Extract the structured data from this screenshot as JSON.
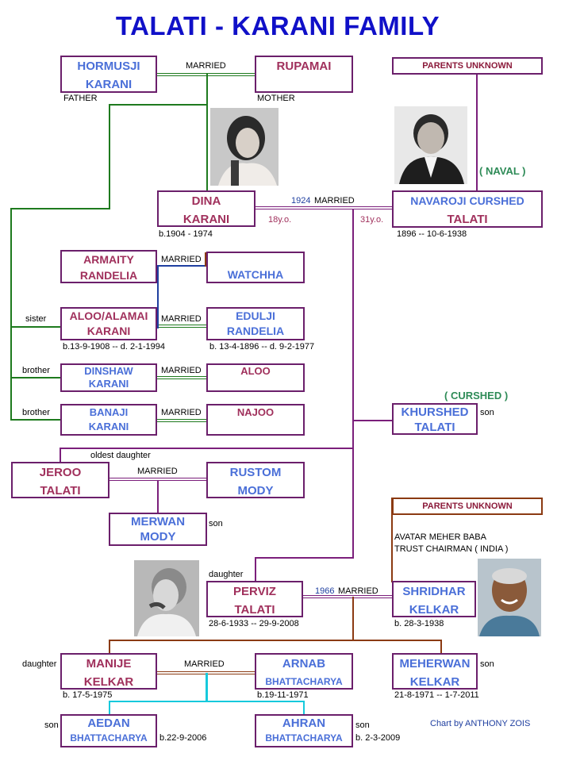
{
  "title": "TALATI - KARANI  FAMILY",
  "people": {
    "hormusji": [
      "HORMUSJI",
      "KARANI"
    ],
    "rupamai": [
      "RUPAMAI"
    ],
    "parents_unknown_1": "PARENTS UNKNOWN",
    "dina": [
      "DINA",
      "KARANI"
    ],
    "navaroji": [
      "NAVAROJI CURSHED",
      "TALATI"
    ],
    "armaity": [
      "ARMAITY",
      "RANDELIA"
    ],
    "watchha": [
      "WATCHHA"
    ],
    "aloo_alamai": [
      "ALOO/ALAMAI",
      "KARANI"
    ],
    "edulji": [
      "EDULJI",
      "RANDELIA"
    ],
    "dinshaw": [
      "DINSHAW",
      "KARANI"
    ],
    "aloo": [
      "ALOO"
    ],
    "banaji": [
      "BANAJI",
      "KARANI"
    ],
    "najoo": [
      "NAJOO"
    ],
    "khurshed": [
      "KHURSHED",
      "TALATI"
    ],
    "jeroo": [
      "JEROO",
      "TALATI"
    ],
    "rustom": [
      "RUSTOM",
      "MODY"
    ],
    "merwan": [
      "MERWAN",
      "MODY"
    ],
    "parents_unknown_2": "PARENTS UNKNOWN",
    "perviz": [
      "PERVIZ",
      "TALATI"
    ],
    "shridhar": [
      "SHRIDHAR",
      "KELKAR"
    ],
    "manije": [
      "MANIJE",
      "KELKAR"
    ],
    "arnab": [
      "ARNAB",
      "BHATTACHARYA"
    ],
    "meherwan": [
      "MEHERWAN",
      "KELKAR"
    ],
    "aedan": [
      "AEDAN",
      "BHATTACHARYA"
    ],
    "ahran": [
      "AHRAN",
      "BHATTACHARYA"
    ]
  },
  "labels": {
    "married": "MARRIED",
    "father": "FATHER",
    "mother": "MOTHER",
    "naval": "( NAVAL )",
    "married_1924": "MARRIED",
    "year_1924": "1924",
    "age_dina": "18y.o.",
    "age_navaroji": "31y.o.",
    "dates_dina": "b.1904 - 1974",
    "dates_navaroji": "1896 -- 10-6-1938",
    "sister": "sister",
    "brother1": "brother",
    "brother2": "brother",
    "dates_aloo": "b.13-9-1908 -- d. 2-1-1994",
    "dates_edulji": "b. 13-4-1896 -- d. 9-2-1977",
    "cursed": "( CURSHED )",
    "son_khurshed": "son",
    "oldest_daughter": "oldest daughter",
    "son_merwan": "son",
    "trust1": "AVATAR MEHER BABA",
    "trust2": "TRUST CHAIRMAN ( INDIA )",
    "daughter_perviz": "daughter",
    "year_1966": "1966",
    "married_1966": "MARRIED",
    "dates_perviz": "28-6-1933 -- 29-9-2008",
    "dates_shridhar": "b. 28-3-1938",
    "daughter_manije": "daughter",
    "son_meherwan": "son",
    "dates_manije": "b. 17-5-1975",
    "dates_arnab": "b.19-11-1971",
    "dates_meherwan": "21-8-1971 -- 1-7-2011",
    "son_aedan": "son",
    "son_ahran": "son",
    "dates_aedan": "b.22-9-2006",
    "dates_ahran": "b. 2-3-2009",
    "credit": "Chart by ANTHONY ZOIS"
  },
  "colors": {
    "purple_line": "#7b1f7b",
    "green_line": "#1e7a1e",
    "brown_line": "#8b3a12",
    "cyan_line": "#17c9dc",
    "blue_line": "#1f3fa0",
    "title": "#1010c8",
    "maroon_text": "#a0305c",
    "blue_text": "#4a6fd8"
  }
}
